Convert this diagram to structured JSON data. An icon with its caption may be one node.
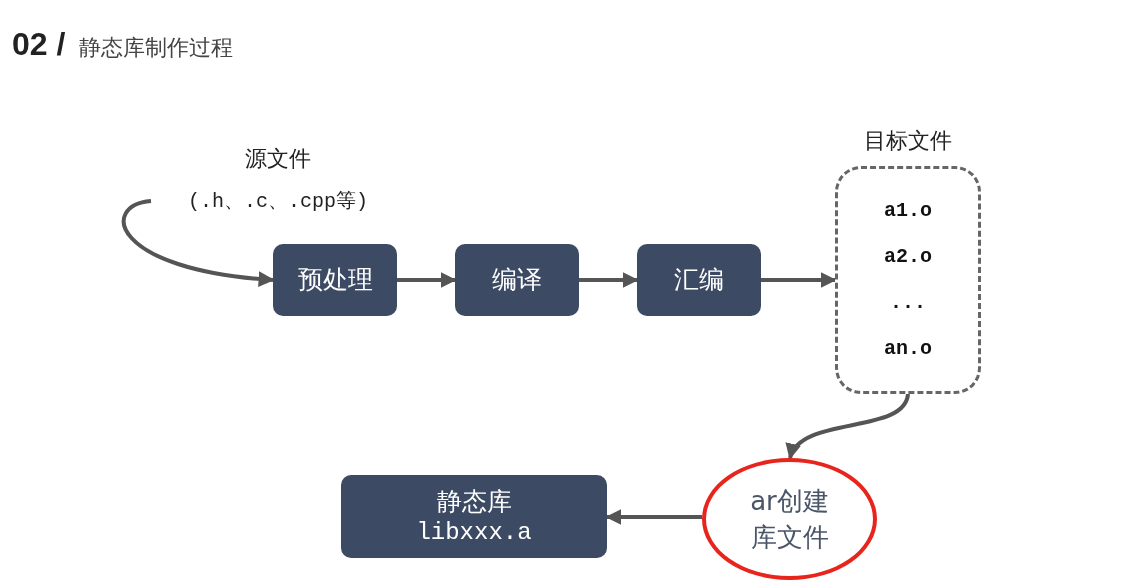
{
  "diagram": {
    "title": "**02 /** 静态库制作过程",
    "nodes": [
      {
        "text": [
          "源文件",
          "(.h、.c、.cpp等)"
        ]
      },
      {
        "text": [
          "预处理"
        ]
      },
      {
        "text": [
          "编译"
        ]
      },
      {
        "text": [
          "汇编"
        ]
      },
      {
        "text": [
          "目标文件",
          "a1.o",
          "a2.o",
          "...",
          "an.o"
        ]
      },
      {
        "text": [
          "ar创建库文件"
        ]
      },
      {
        "text": [
          "静态库",
          "libxxx.a"
        ]
      }
    ],
    "edges": [
      {
        "from": 0,
        "to": 1,
        "arrow": "to"
      },
      {
        "from": 1,
        "to": 2,
        "arrow": "to"
      },
      {
        "from": 2,
        "to": 3,
        "arrow": "to"
      },
      {
        "from": 3,
        "to": 4,
        "arrow": "to"
      },
      {
        "from": 4,
        "to": 5,
        "arrow": "to"
      },
      {
        "from": 5,
        "to": 6,
        "arrow": "to"
      }
    ]
  }
}
